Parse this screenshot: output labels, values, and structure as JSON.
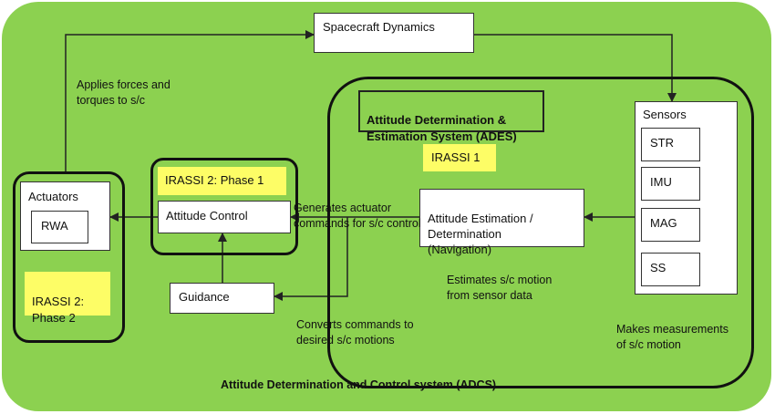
{
  "diagram": {
    "system_label": "Attitude Determination and Control system (ADCS)",
    "blocks": {
      "dynamics": "Spacecraft Dynamics",
      "actuators": "Actuators",
      "rwa": "RWA",
      "irassi2_phase2": "IRASSI 2:\nPhase 2",
      "irassi2_phase1": "IRASSI 2: Phase 1",
      "attitude_control": "Attitude Control",
      "guidance": "Guidance",
      "ades_title": "Attitude Determination &\nEstimation System  (ADES)",
      "irassi1": "IRASSI 1",
      "estimation": "Attitude Estimation /\nDetermination\n(Navigation)",
      "sensors": "Sensors",
      "sensor_list": [
        "STR",
        "IMU",
        "MAG",
        "SS"
      ]
    },
    "annotations": {
      "applies_forces": "Applies forces and\ntorques to s/c",
      "generates_commands": "Generates actuator\ncommands for s/c control",
      "estimates_motion": "Estimates s/c motion\nfrom sensor data",
      "converts_commands": "Converts commands to\ndesired s/c motions",
      "makes_measurements": "Makes measurements\nof s/c motion"
    },
    "colors": {
      "background_green": "#8cd150",
      "highlight_yellow": "#fdfd66",
      "line_dark": "#222222"
    }
  }
}
